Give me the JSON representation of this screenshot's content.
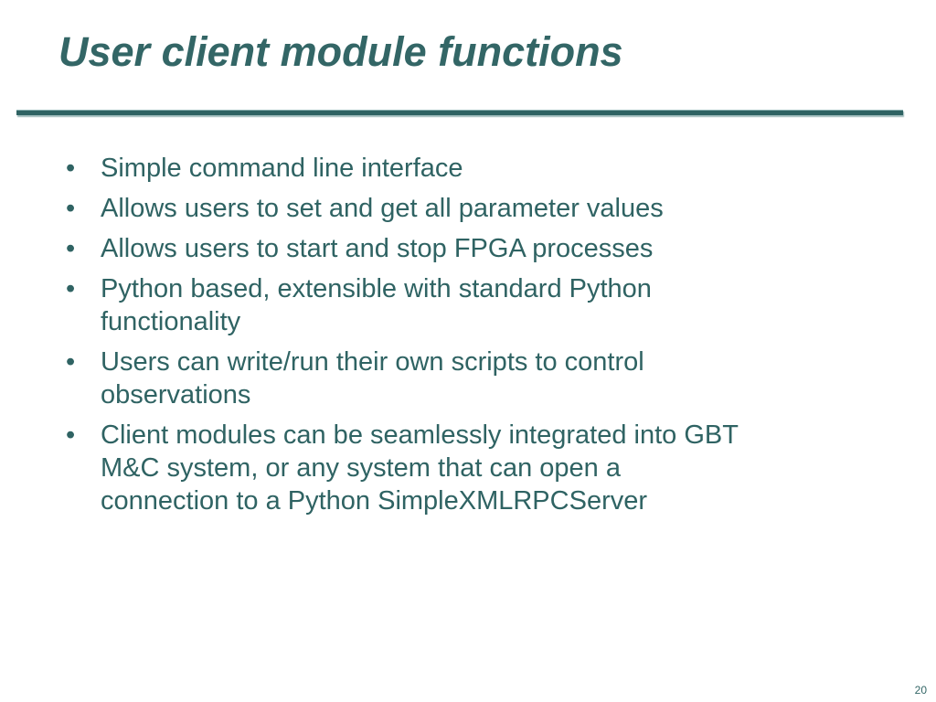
{
  "slide": {
    "title": "User client module functions",
    "bullet_symbol": "•",
    "bullets": [
      {
        "text": "Simple command line interface"
      },
      {
        "text": "Allows users to set and get all parameter values"
      },
      {
        "text": "Allows users to start and stop FPGA processes"
      },
      {
        "text": "Python based, extensible with standard Python\nfunctionality"
      },
      {
        "text": "Users can write/run their own scripts to control\nobservations"
      },
      {
        "text": "Client modules can be seamlessly integrated into GBT\nM&C system, or any system that can open a\nconnection to a Python SimpleXMLRPCServer"
      }
    ],
    "page_number": "20"
  },
  "colors": {
    "title": "#336666",
    "text": "#2f6363",
    "rule": "#2f6363"
  }
}
